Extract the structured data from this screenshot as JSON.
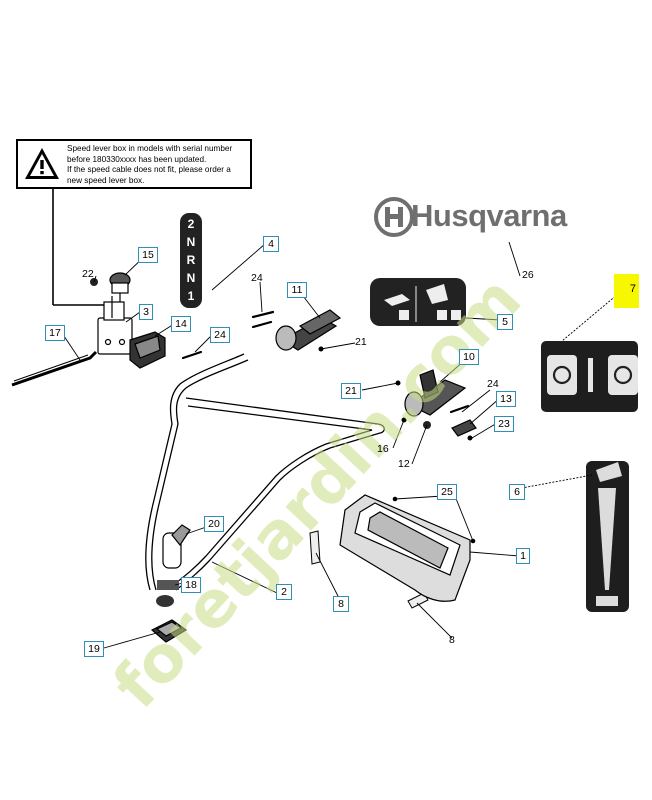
{
  "warning": {
    "lines": [
      "Speed lever box in models with serial number",
      "before 180330xxxx has been updated.",
      "If the speed cable does not fit, please order a",
      "new speed lever box."
    ]
  },
  "brand": {
    "name": "Husqvarna"
  },
  "watermark": {
    "text": "foretjardin.com"
  },
  "gear_selector": {
    "positions": [
      "2",
      "N",
      "R",
      "N",
      "1"
    ]
  },
  "callouts": {
    "c1": "1",
    "c2": "2",
    "c3": "3",
    "c4": "4",
    "c5": "5",
    "c6": "6",
    "c7": "7",
    "c8a": "8",
    "c8b": "8",
    "c10": "10",
    "c11": "11",
    "c12": "12",
    "c13": "13",
    "c14": "14",
    "c15": "15",
    "c16": "16",
    "c17": "17",
    "c18": "18",
    "c19": "19",
    "c20": "20",
    "c21a": "21",
    "c21b": "21",
    "c22": "22",
    "c23": "23",
    "c24a": "24",
    "c24b": "24",
    "c24c": "24",
    "c25": "25",
    "c26": "26"
  },
  "colors": {
    "outline": "#000000",
    "callout_border": "#2f8fb6",
    "highlight": "#f7f700",
    "watermark_green": "#c9dd87",
    "watermark_tan": "#d4c8a2",
    "brand_gray": "#6f6f6f"
  }
}
